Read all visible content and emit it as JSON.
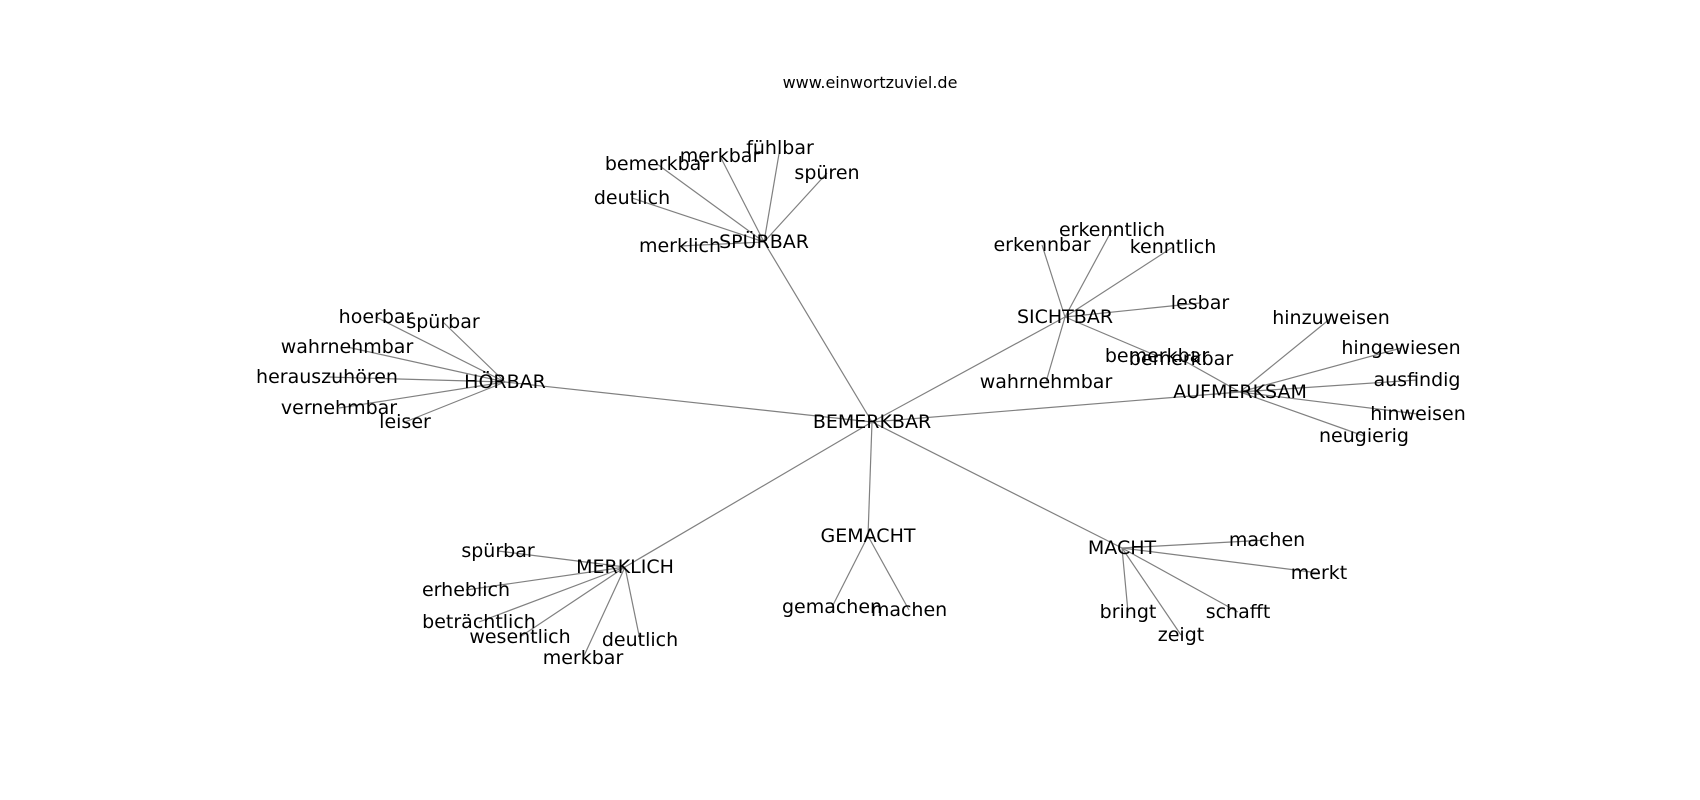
{
  "source": "www.einwortzuviel.de",
  "graph": {
    "center": "BEMERKBAR",
    "clusters": [
      {
        "hub": "SPÜRBAR",
        "leaves": [
          "bemerkbar",
          "merkbar",
          "fühlbar",
          "spüren",
          "deutlich",
          "merklich"
        ]
      },
      {
        "hub": "HÖRBAR",
        "leaves": [
          "hoerbar",
          "spürbar",
          "wahrnehmbar",
          "herauszuhören",
          "vernehmbar",
          "leiser"
        ]
      },
      {
        "hub": "SICHTBAR",
        "leaves": [
          "erkenntlich",
          "erkennbar",
          "kenntlich",
          "lesbar",
          "bemerkbar",
          "wahrnehmbar"
        ]
      },
      {
        "hub": "AUFMERKSAM",
        "leaves": [
          "hinzuweisen",
          "hingewiesen",
          "ausfindig",
          "hinweisen",
          "neugierig",
          "bemerkbar"
        ]
      },
      {
        "hub": "MERKLICH",
        "leaves": [
          "spürbar",
          "erheblich",
          "beträchtlich",
          "wesentlich",
          "merkbar",
          "deutlich"
        ]
      },
      {
        "hub": "GEMACHT",
        "leaves": [
          "gemachen",
          "machen"
        ]
      },
      {
        "hub": "MACHT",
        "leaves": [
          "machen",
          "merkt",
          "schafft",
          "bringt",
          "zeigt"
        ]
      }
    ]
  }
}
